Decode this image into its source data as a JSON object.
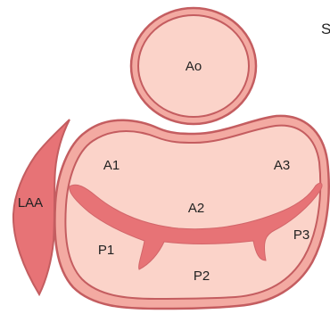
{
  "diagram": {
    "corner_text": "S",
    "labels": {
      "aorta": "Ao",
      "left_atrial_appendage": "LAA",
      "a1": "A1",
      "a2": "A2",
      "a3": "A3",
      "p1": "P1",
      "p2": "P2",
      "p3": "P3"
    },
    "colors": {
      "outline": "#c45d60",
      "inner_fill": "#fbd3c9",
      "appendage_fill": "#e77376",
      "leaflet_line": "#e77376",
      "text": "#222222"
    }
  }
}
